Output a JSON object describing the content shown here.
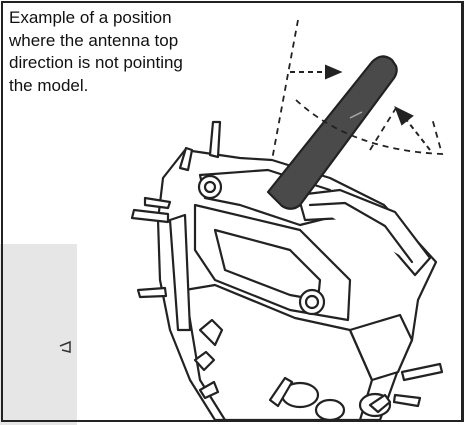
{
  "caption": {
    "lines": [
      "Example of a position",
      "where the antenna top",
      "direction is not pointing",
      "the model."
    ]
  },
  "colors": {
    "line": "#222222",
    "antenna_fill": "#4a4a4a",
    "inset_panel": "#e6e6e6",
    "background": "#ffffff"
  },
  "illustration": {
    "subject": "transmitter-with-raised-antenna",
    "arrows": [
      "arrow-right-icon",
      "arrow-up-left-icon"
    ]
  }
}
